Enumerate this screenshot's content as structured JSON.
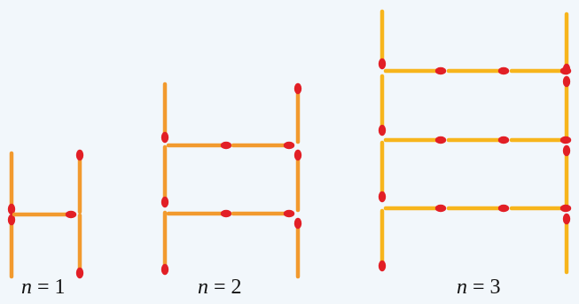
{
  "figures": [
    {
      "var": "n",
      "eq": " = 1",
      "n": 1,
      "match_color": "#f29a2e"
    },
    {
      "var": "n",
      "eq": " = 2",
      "n": 2,
      "match_color": "#f29a2e"
    },
    {
      "var": "n",
      "eq": " = 3",
      "n": 3,
      "match_color": "#f7b51c"
    }
  ],
  "colors": {
    "background": "#f2f7fb",
    "match_head": "#e21f26"
  }
}
